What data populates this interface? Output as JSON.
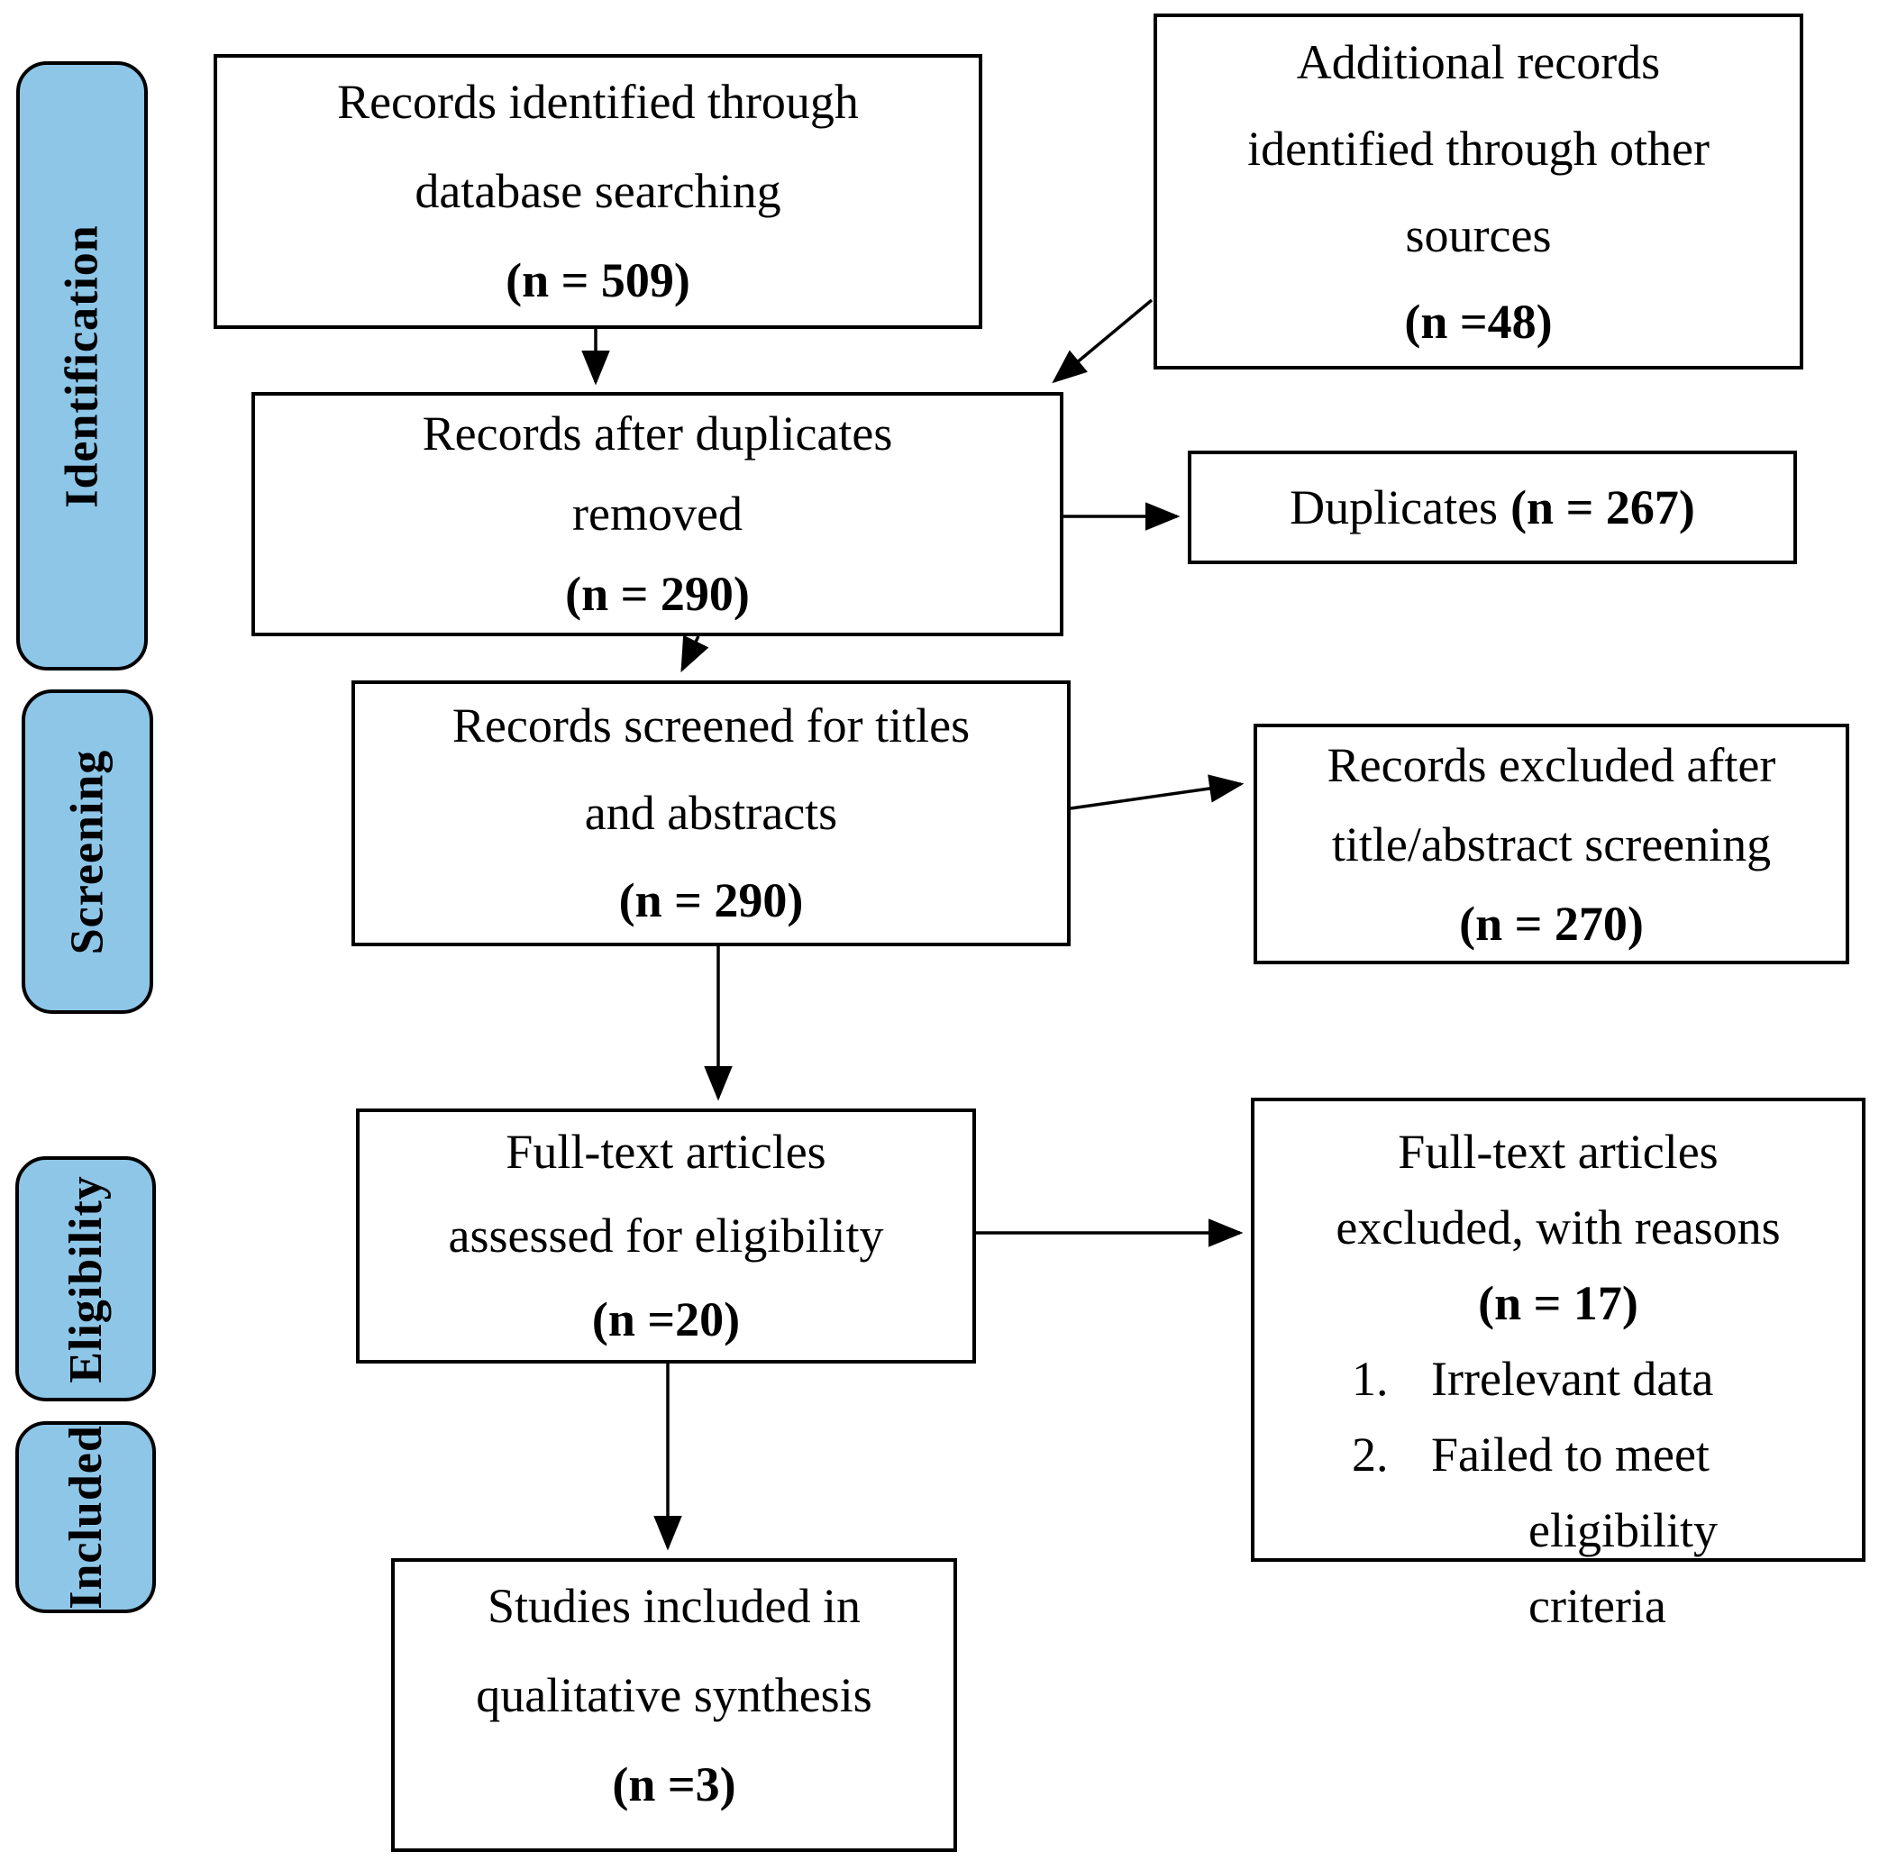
{
  "colors": {
    "stage_fill": "#8ec6e8",
    "border": "#000000",
    "background": "#ffffff"
  },
  "stages": [
    {
      "label": "Identification"
    },
    {
      "label": "Screening"
    },
    {
      "label": "Eligibility"
    },
    {
      "label": "Included"
    }
  ],
  "boxes": {
    "records_identified": {
      "lines": [
        "Records identified through",
        "database searching"
      ],
      "n": "(n = 509)"
    },
    "additional_records": {
      "lines": [
        "Additional records",
        "identified through other",
        "sources"
      ],
      "n": "(n =48)"
    },
    "after_duplicates": {
      "lines": [
        "Records after duplicates",
        "removed"
      ],
      "n": "(n = 290)"
    },
    "duplicates": {
      "label": "Duplicates",
      "n": "(n = 267)"
    },
    "records_screened": {
      "lines": [
        "Records screened for titles",
        "and abstracts"
      ],
      "n": "(n = 290)"
    },
    "records_excluded": {
      "lines": [
        "Records excluded after",
        "title/abstract screening"
      ],
      "n": "(n = 270)"
    },
    "fulltext_assessed": {
      "lines": [
        "Full-text articles",
        "assessed for eligibility"
      ],
      "n": "(n =20)"
    },
    "fulltext_excluded": {
      "lines": [
        "Full-text articles",
        "excluded, with reasons"
      ],
      "n": "(n = 17)",
      "reasons": [
        {
          "num": "1.",
          "text": "Irrelevant data"
        },
        {
          "num": "2.",
          "text": "Failed to meet"
        }
      ],
      "reason_continuation": "eligibility criteria"
    },
    "studies_included": {
      "lines": [
        "Studies included in",
        "qualitative synthesis"
      ],
      "n": "(n =3)"
    }
  }
}
